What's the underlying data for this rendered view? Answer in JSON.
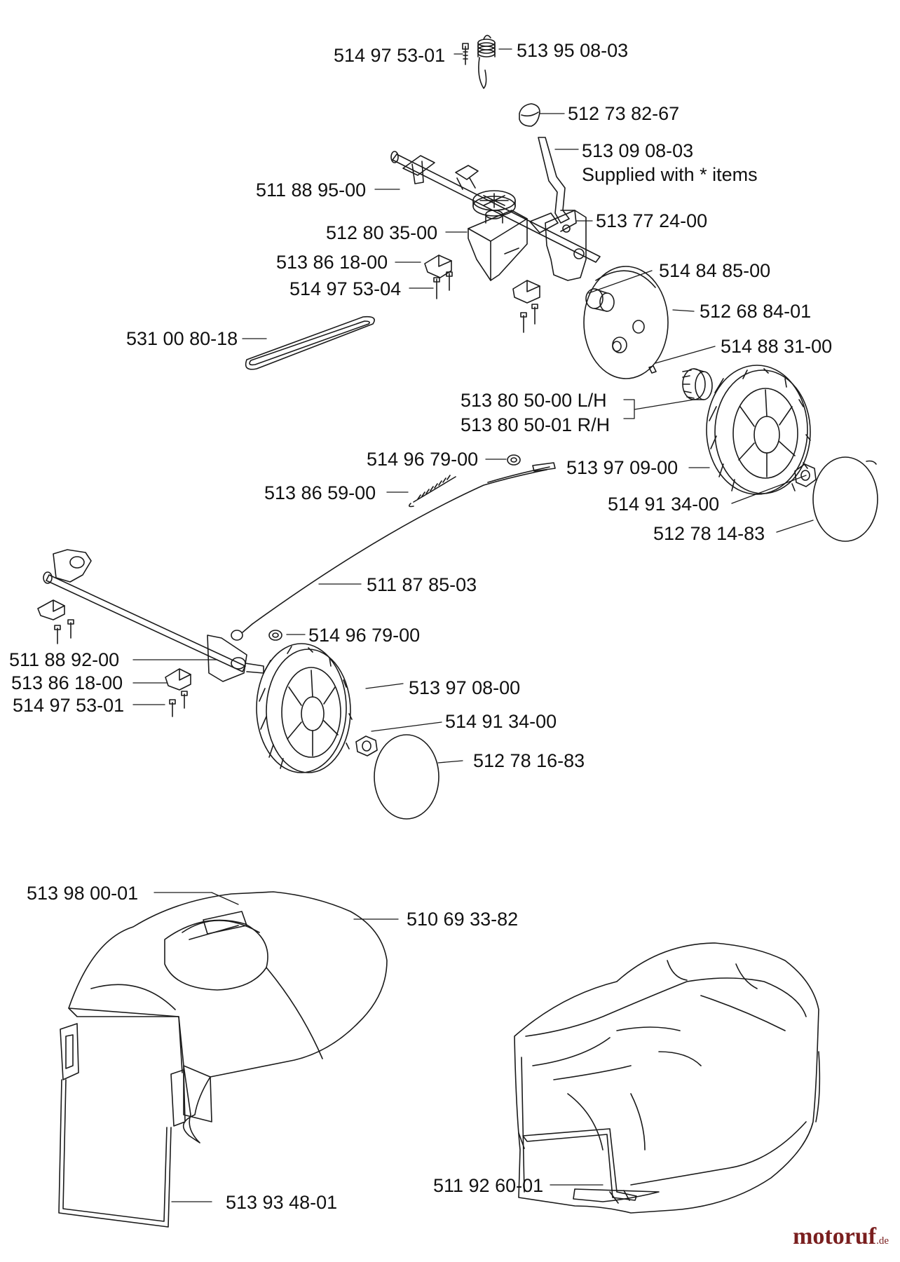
{
  "labels": {
    "spring_screw": "514 97 53-01",
    "spring": "513 95 08-03",
    "knob": "512 73 82-67",
    "lever": "513 09 08-03",
    "lever_note": "Supplied with * items",
    "rear_axle": "511 88 95-00",
    "gearbox": "512 80 35-00",
    "lever_bracket": "513 77 24-00",
    "bearing_clip_rear": "513 86 18-00",
    "screw_rear": "514 97 53-04",
    "bushing": "514 84 85-00",
    "cover_disc": "512 68 84-01",
    "belt": "531 00 80-18",
    "key": "514 88 31-00",
    "pinion_lh": "513 80 50-00 L/H",
    "pinion_rh": "513 80 50-01 R/H",
    "washer_top": "514 96 79-00",
    "rear_wheel": "513 97 09-00",
    "tension_spring": "513 86 59-00",
    "nut_rear": "514 91 34-00",
    "hubcap_rear": "512 78 14-83",
    "cable": "511 87 85-03",
    "washer_bottom": "514 96 79-00",
    "front_axle": "511 88 92-00",
    "bearing_clip_front": "513 86 18-00",
    "front_wheel": "513 97  08-00",
    "screw_front": "514 97 53-01",
    "nut_front": "514 91 34-00",
    "hubcap_front": "512 78 16-83",
    "decal": "513 98 00-01",
    "rear_cover": "510 69 33-82",
    "bag_frame": "511 92 60-01",
    "flap_rod": "513 93 48-01"
  },
  "logo": {
    "brand": "motoruf",
    "tld": ".de",
    "color": "#7a1f1f"
  }
}
